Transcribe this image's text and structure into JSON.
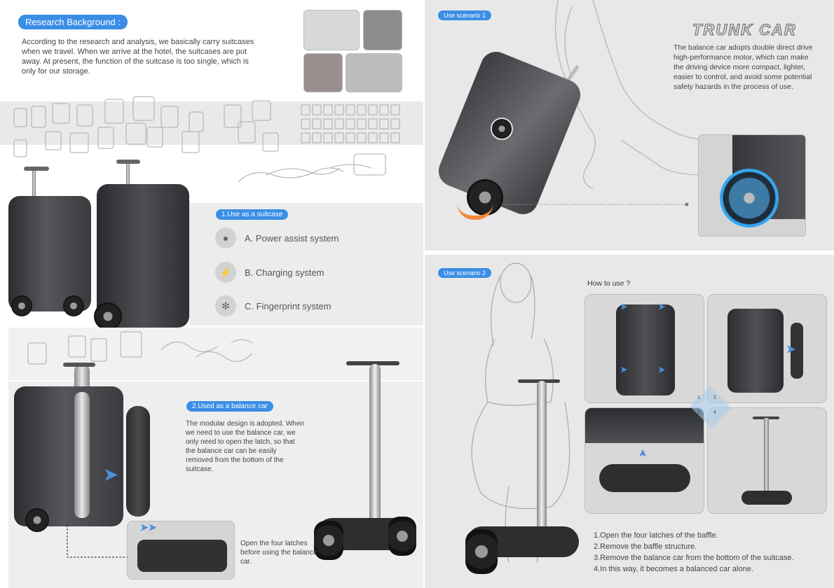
{
  "research": {
    "tag": "Research Background :",
    "text": "According to the research and analysis, we basically carry suitcases when we travel. When we arrive at the hotel, the suitcases are put away. At present, the function of the suitcase is too single, which is only for our storage."
  },
  "use_suitcase": {
    "tag": "1.Use as a suitcase",
    "features": [
      {
        "icon": "power-assist-icon",
        "label": "A.  Power assist system"
      },
      {
        "icon": "charging-icon",
        "label": "B.  Charging system"
      },
      {
        "icon": "fingerprint-icon",
        "label": "C.  Fingerprint system"
      }
    ]
  },
  "balance_car": {
    "tag": "2.Used as a balance car",
    "text": "The modular design is adopted. When we need to use the balance car, we only need to open the latch, so that the balance car can be easily removed from the bottom of the suitcase.",
    "latch_caption": "Open the four latches  before using the balance car."
  },
  "scenario1": {
    "tag": "Use scenario 1",
    "title": "TRUNK CAR",
    "text": "The balance car adopts double direct drive high-performance motor, which can make the driving device more compact, lighter, easier to control, and avoid some potential safety hazards in the process of use."
  },
  "scenario2": {
    "tag": "Use scenario 2",
    "how_to": "How to use ?",
    "step_markers": [
      "1",
      "2",
      "3",
      "4"
    ],
    "steps": [
      "1.Open the four latches of the baffle.",
      "2.Remove the baffle structure.",
      "3.Remove the balance car from the bottom of the suitcase.",
      "4.In this way, it becomes a balanced car alone."
    ]
  },
  "colors": {
    "accent": "#3a8ee6",
    "panel": "#e8e8e8",
    "band": "#e9e9e9",
    "orange": "#f08a3c"
  }
}
